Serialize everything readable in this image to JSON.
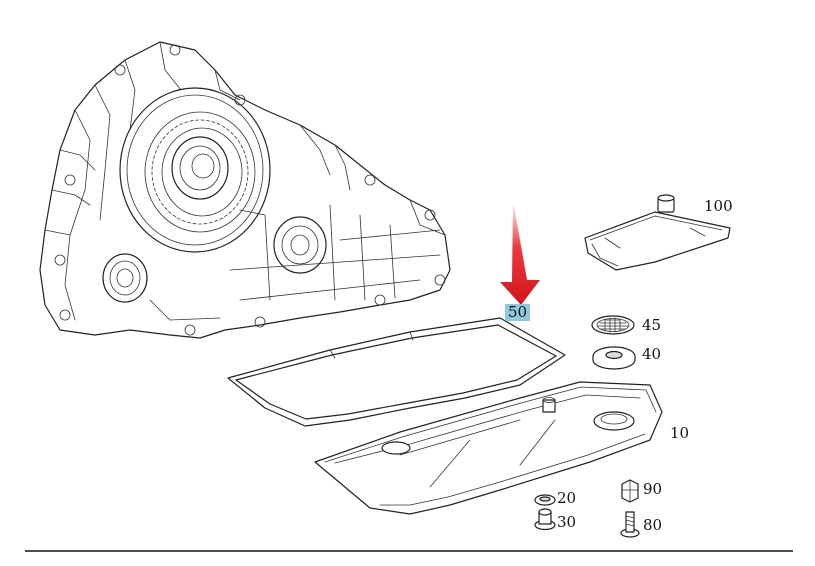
{
  "callouts": {
    "part_100": "100",
    "part_50": "50",
    "part_45": "45",
    "part_40": "40",
    "part_10": "10",
    "part_20": "20",
    "part_90": "90",
    "part_30": "30",
    "part_80": "80"
  },
  "icons": {
    "pointer": "arrow-down-icon"
  },
  "colors": {
    "arrow_red": "#e5171c",
    "highlight_blue": "#8fc9dc",
    "line": "#222222"
  }
}
